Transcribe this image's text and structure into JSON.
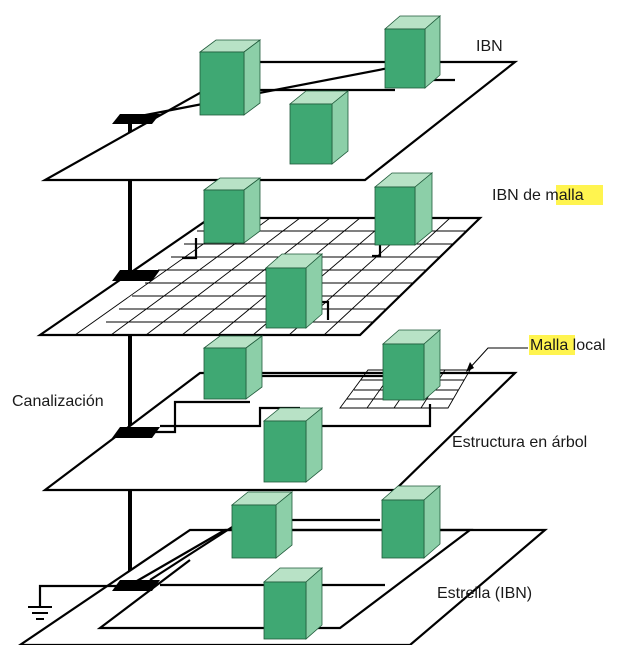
{
  "labels": {
    "ibn": "IBN",
    "ibn_malla_prefix": "IBN de ",
    "ibn_malla_highlight": "malla",
    "malla_local_highlight": "Malla",
    "malla_local_suffix": " local",
    "canalizacion": "Canalización",
    "estructura_arbol": "Estructura en árbol",
    "estrella": "Estrella (IBN)"
  },
  "colors": {
    "cabinet_front": "#3fa873",
    "cabinet_side": "#8ccfa8",
    "highlight": "#fff44f",
    "lines": "#000000"
  },
  "icons": {
    "ground": "ground-symbol-icon",
    "cabinet": "equipment-cabinet-icon"
  }
}
